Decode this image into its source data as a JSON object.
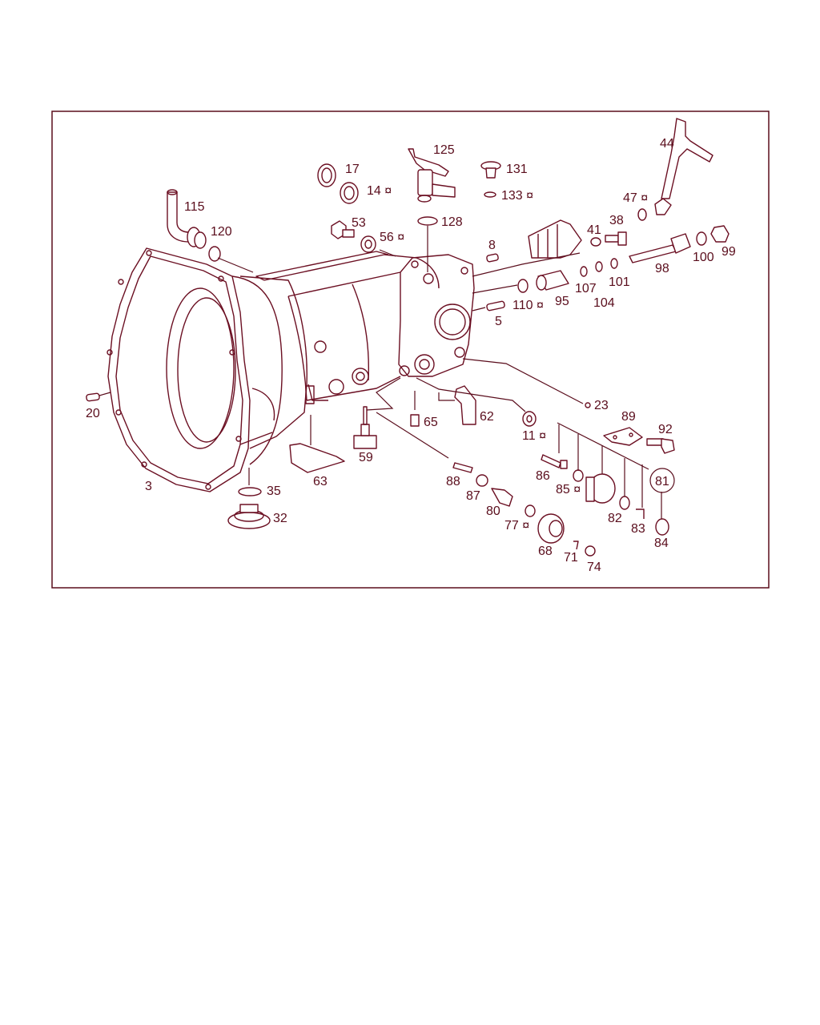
{
  "diagram": {
    "line_color": "#5a0d1c",
    "marks": {
      "star": "¤"
    },
    "labels": {
      "p3": "3",
      "p5": "5",
      "p8": "8",
      "p11": "11",
      "p14": "14",
      "p17": "17",
      "p20": "20",
      "p23": "23",
      "p32": "32",
      "p35": "35",
      "p38": "38",
      "p41": "41",
      "p44": "44",
      "p47": "47",
      "p53": "53",
      "p56": "56",
      "p59": "59",
      "p62": "62",
      "p63": "63",
      "p65": "65",
      "p68": "68",
      "p71": "71",
      "p74": "74",
      "p77": "77",
      "p80": "80",
      "p81": "81",
      "p82": "82",
      "p83": "83",
      "p84": "84",
      "p85": "85",
      "p86": "86",
      "p87": "87",
      "p88": "88",
      "p89": "89",
      "p92": "92",
      "p95": "95",
      "p98": "98",
      "p99": "99",
      "p100": "100",
      "p101": "101",
      "p104": "104",
      "p107": "107",
      "p110": "110",
      "p115": "115",
      "p120": "120",
      "p125": "125",
      "p128": "128",
      "p131": "131",
      "p133": "133"
    }
  }
}
